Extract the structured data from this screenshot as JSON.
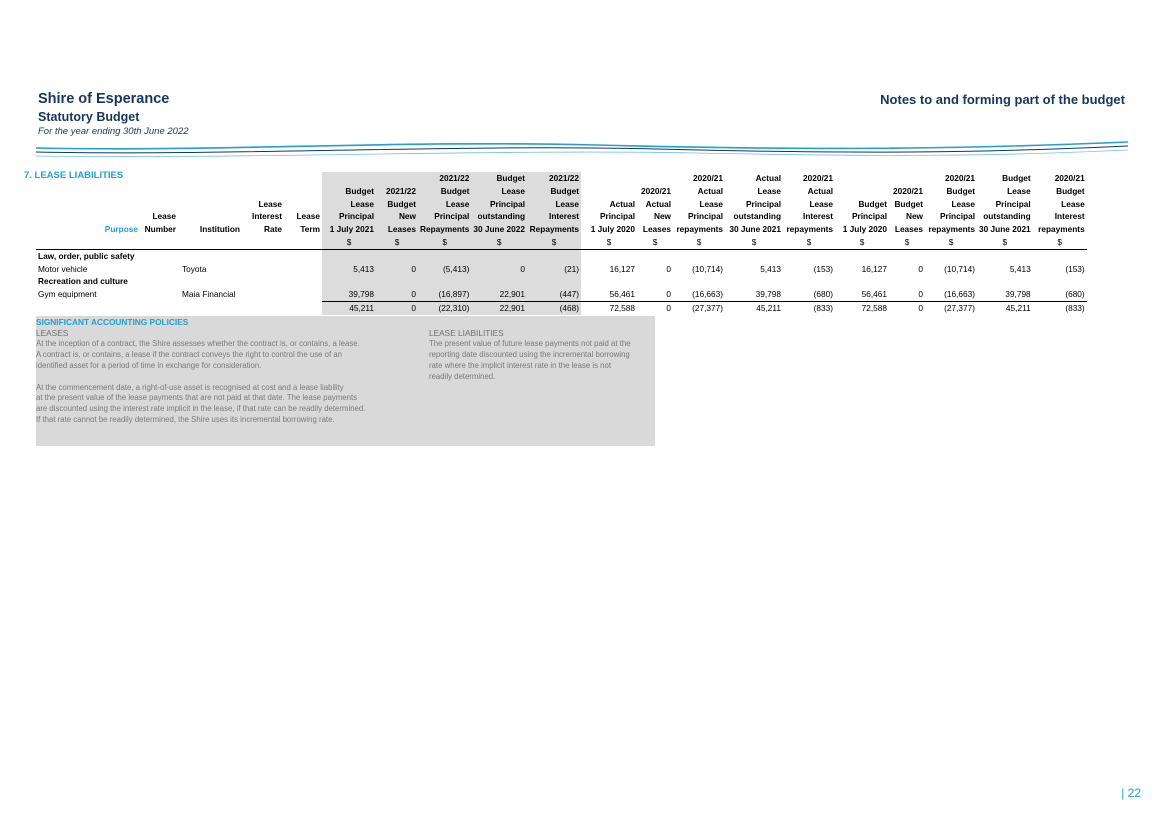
{
  "header": {
    "org": "Shire of Esperance",
    "subtitle": "Statutory Budget",
    "period": "For the year ending 30th June 2022",
    "notes_title": "Notes to and forming part of the budget"
  },
  "section_title": "7. LEASE LIABILITIES",
  "table": {
    "purpose_label": "Purpose",
    "columns": [
      [
        "",
        "",
        "",
        "Lease",
        "Number"
      ],
      [
        "",
        "",
        "",
        "",
        "Institution"
      ],
      [
        "",
        "",
        "Lease",
        "Interest",
        "Rate"
      ],
      [
        "",
        "",
        "",
        "Lease",
        "Term"
      ],
      [
        "",
        "Budget",
        "Lease",
        "Principal",
        "1 July 2021"
      ],
      [
        "",
        "2021/22",
        "Budget",
        "New",
        "Leases"
      ],
      [
        "2021/22",
        "Budget",
        "Lease",
        "Principal",
        "Repayments"
      ],
      [
        "Budget",
        "Lease",
        "Principal",
        "outstanding",
        "30 June 2022"
      ],
      [
        "2021/22",
        "Budget",
        "Lease",
        "Interest",
        "Repayments"
      ],
      [
        "",
        "",
        "Actual",
        "Principal",
        "1 July 2020"
      ],
      [
        "",
        "2020/21",
        "Actual",
        "New",
        "Leases"
      ],
      [
        "2020/21",
        "Actual",
        "Lease",
        "Principal",
        "repayments"
      ],
      [
        "Actual",
        "Lease",
        "Principal",
        "outstanding",
        "30 June 2021"
      ],
      [
        "2020/21",
        "Actual",
        "Lease",
        "Interest",
        "repayments"
      ],
      [
        "",
        "",
        "Budget",
        "Principal",
        "1 July 2020"
      ],
      [
        "",
        "2020/21",
        "Budget",
        "New",
        "Leases"
      ],
      [
        "2020/21",
        "Budget",
        "Lease",
        "Principal",
        "repayments"
      ],
      [
        "Budget",
        "Lease",
        "Principal",
        "outstanding",
        "30 June 2021"
      ],
      [
        "2020/21",
        "Budget",
        "Lease",
        "Interest",
        "repayments"
      ]
    ],
    "currency": "$",
    "categories": [
      {
        "name": "Law, order, public safety",
        "rows": [
          {
            "purpose": "Motor vehicle",
            "institution": "Toyota",
            "values": [
              "5,413",
              "0",
              "(5,413)",
              "0",
              "(21)",
              "16,127",
              "0",
              "(10,714)",
              "5,413",
              "(153)",
              "16,127",
              "0",
              "(10,714)",
              "5,413",
              "(153)"
            ]
          }
        ]
      },
      {
        "name": "Recreation and culture",
        "rows": [
          {
            "purpose": "Gym equipment",
            "institution": "Maia Financial",
            "values": [
              "39,798",
              "0",
              "(16,897)",
              "22,901",
              "(447)",
              "56,461",
              "0",
              "(16,663)",
              "39,798",
              "(680)",
              "56,461",
              "0",
              "(16,663)",
              "39,798",
              "(680)"
            ]
          }
        ]
      }
    ],
    "totals": [
      "45,211",
      "0",
      "(22,310)",
      "22,901",
      "(468)",
      "72,588",
      "0",
      "(27,377)",
      "45,211",
      "(833)",
      "72,588",
      "0",
      "(27,377)",
      "45,211",
      "(833)"
    ]
  },
  "policies": {
    "title": "SIGNIFICANT ACCOUNTING POLICIES",
    "leases_heading": "LEASES",
    "leases_lines": [
      "At the inception of a contract, the Shire assesses whether the contract is, or contains, a lease.",
      "A contract is, or contains, a lease if the contract conveys the right to control the use of an",
      "identified asset for a period of time in exchange for consideration.",
      "",
      "At the commencement date,  a right-of-use asset is recognised at cost and a lease liability",
      "at the present value of the lease payments that are not paid at that date. The lease payments",
      "are discounted using the interest rate implicit in the lease, if that rate can be readily determined.",
      "If that rate cannot be readily determined, the Shire uses its incremental borrowing rate."
    ],
    "liabilities_heading": "LEASE LIABILITIES",
    "liabilities_lines": [
      "The present value of future lease payments not paid at the",
      "reporting date discounted using the incremental borrowing",
      "rate where the implicit interest rate in the lease is not",
      "readily determined."
    ]
  },
  "page_number": "| 22",
  "colors": {
    "accent": "#1fa0d8",
    "heading": "#17365d",
    "shade": "#dcdcdc"
  }
}
